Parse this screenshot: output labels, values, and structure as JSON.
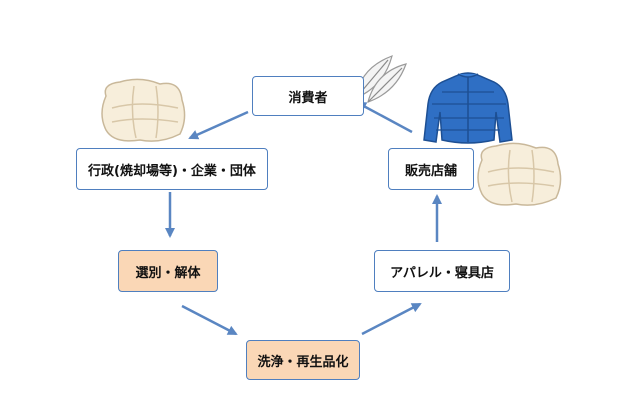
{
  "nodes": {
    "consumer": "消費者",
    "admin": "行政(焼却場等)・企業・団体",
    "retail": "販売店舗",
    "sort": "選別・解体",
    "apparel": "アパレル・寝具店",
    "wash": "洗浄・再生品化"
  },
  "colors": {
    "border": "#4f7fbf",
    "arrow": "#5a86c2",
    "highlight_fill": "#fad7b6"
  },
  "illustrations": [
    "down-pillow-icon",
    "feather-icon",
    "down-jacket-icon",
    "down-pillow-icon"
  ]
}
